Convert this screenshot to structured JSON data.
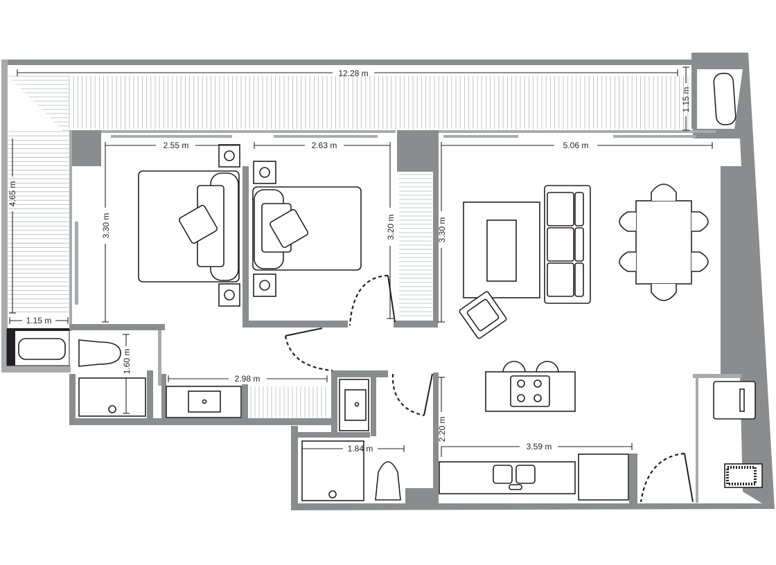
{
  "plan": {
    "colors": {
      "wall": "#8b8c8e",
      "partition": "#a9aaac",
      "line": "#231f20"
    },
    "dimensions": {
      "terrace_width": "12.28 m",
      "terrace_right_depth": "1.15 m",
      "terrace_left_depth": "4.65 m",
      "bedroom1_width": "2.55 m",
      "bedroom1_depth": "3.30 m",
      "bedroom2_width": "2.63 m",
      "bedroom2_depth": "3.20 m",
      "living_width": "5.06 m",
      "living_depth": "3.30 m",
      "bath_left_width": "1.15 m",
      "bathroom1_depth": "1.60 m",
      "hall_width": "2.98 m",
      "bathroom2_width": "1.84 m",
      "kitchen_width": "3.59 m",
      "kitchen_depth": "2.20 m"
    }
  }
}
